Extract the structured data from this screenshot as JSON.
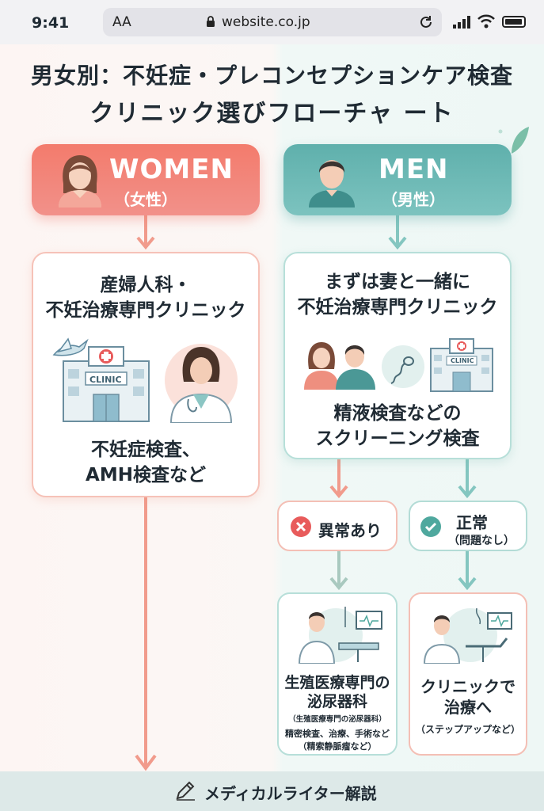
{
  "status": {
    "time": "9:41",
    "text_size_button": "AA",
    "url": "website.co.jp",
    "icons": [
      "lock-icon",
      "reload-icon",
      "signal-icon",
      "wifi-icon",
      "battery-icon"
    ]
  },
  "title": {
    "line1": "男女別：不妊症・プレコンセプションケア検査",
    "line2": "クリニック選びフローチャ ート"
  },
  "women": {
    "heading_en": "WOMEN",
    "heading_jp": "（女性）",
    "card_title_1": "産婦人科・",
    "card_title_2": "不妊治療専門クリニック",
    "card_sub_1": "不妊症検査、",
    "card_sub_2": "AMH検査など",
    "clinic_sign": "CLINIC"
  },
  "men": {
    "heading_en": "MEN",
    "heading_jp": "（男性）",
    "card_title_1": "まずは妻と一緒に",
    "card_title_2": "不妊治療専門クリニック",
    "card_sub_1": "精液検査などの",
    "card_sub_2": "スクリーニング検査",
    "clinic_sign": "CLINIC",
    "abnormal": {
      "label": "異常あり",
      "card_title_1": "生殖医療専門の",
      "card_title_2": "泌尿器科",
      "card_note": "（生殖医療専門の泌尿器科）",
      "card_detail_1": "精密検査、治療、手術など",
      "card_detail_2": "（精索静脈瘤など）"
    },
    "normal": {
      "label": "正常",
      "sub": "（問題なし）",
      "card_title_1": "クリニックで",
      "card_title_2": "治療へ",
      "card_note": "（ステップアップなど）"
    }
  },
  "footer": {
    "label": "メディカルライター解説"
  },
  "colors": {
    "women": "#f37b6c",
    "men": "#5fb0ac",
    "abnormal": "#e85b5b",
    "normal": "#4fa89e"
  }
}
